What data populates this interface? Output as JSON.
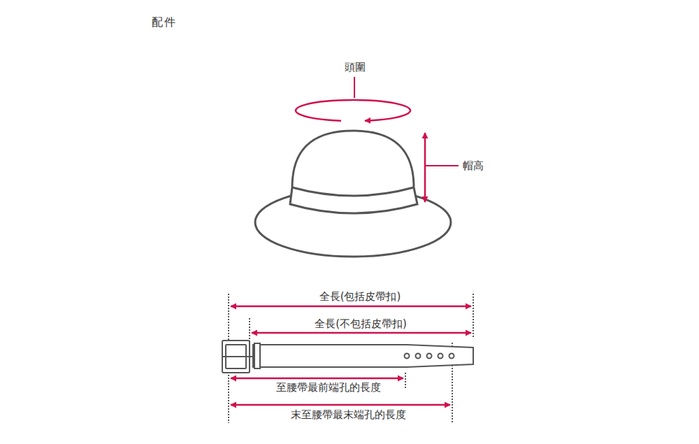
{
  "diagram": {
    "title": "配件",
    "labels": [
      "頭圍",
      "帽高",
      "全長(包括皮帶扣)",
      "全長(不包括皮帶扣)",
      "至腰帶最前端孔的長度",
      "末至腰帶最末端孔的長度"
    ]
  }
}
